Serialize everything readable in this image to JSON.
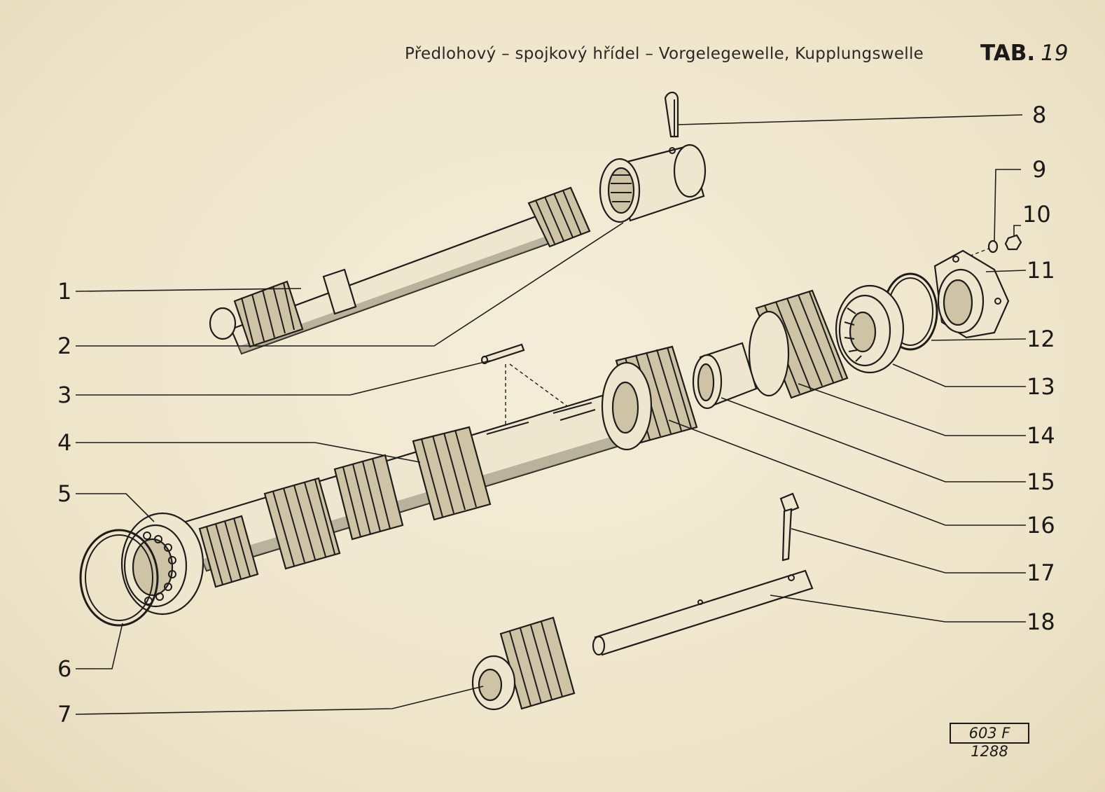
{
  "header": {
    "title": "Předlohový – spojkový hřídel – Vorgelegewelle, Kupplungswelle",
    "tab_label": "TAB.",
    "tab_number": "19"
  },
  "callouts": [
    {
      "id": "c1",
      "label": "1"
    },
    {
      "id": "c2",
      "label": "2"
    },
    {
      "id": "c3",
      "label": "3"
    },
    {
      "id": "c4",
      "label": "4"
    },
    {
      "id": "c5",
      "label": "5"
    },
    {
      "id": "c6",
      "label": "6"
    },
    {
      "id": "c7",
      "label": "7"
    },
    {
      "id": "c8",
      "label": "8"
    },
    {
      "id": "c9",
      "label": "9"
    },
    {
      "id": "c10",
      "label": "10"
    },
    {
      "id": "c11",
      "label": "11"
    },
    {
      "id": "c12",
      "label": "12"
    },
    {
      "id": "c13",
      "label": "13"
    },
    {
      "id": "c14",
      "label": "14"
    },
    {
      "id": "c15",
      "label": "15"
    },
    {
      "id": "c16",
      "label": "16"
    },
    {
      "id": "c17",
      "label": "17"
    },
    {
      "id": "c18",
      "label": "18"
    }
  ],
  "reference_code": "603 F 1288"
}
